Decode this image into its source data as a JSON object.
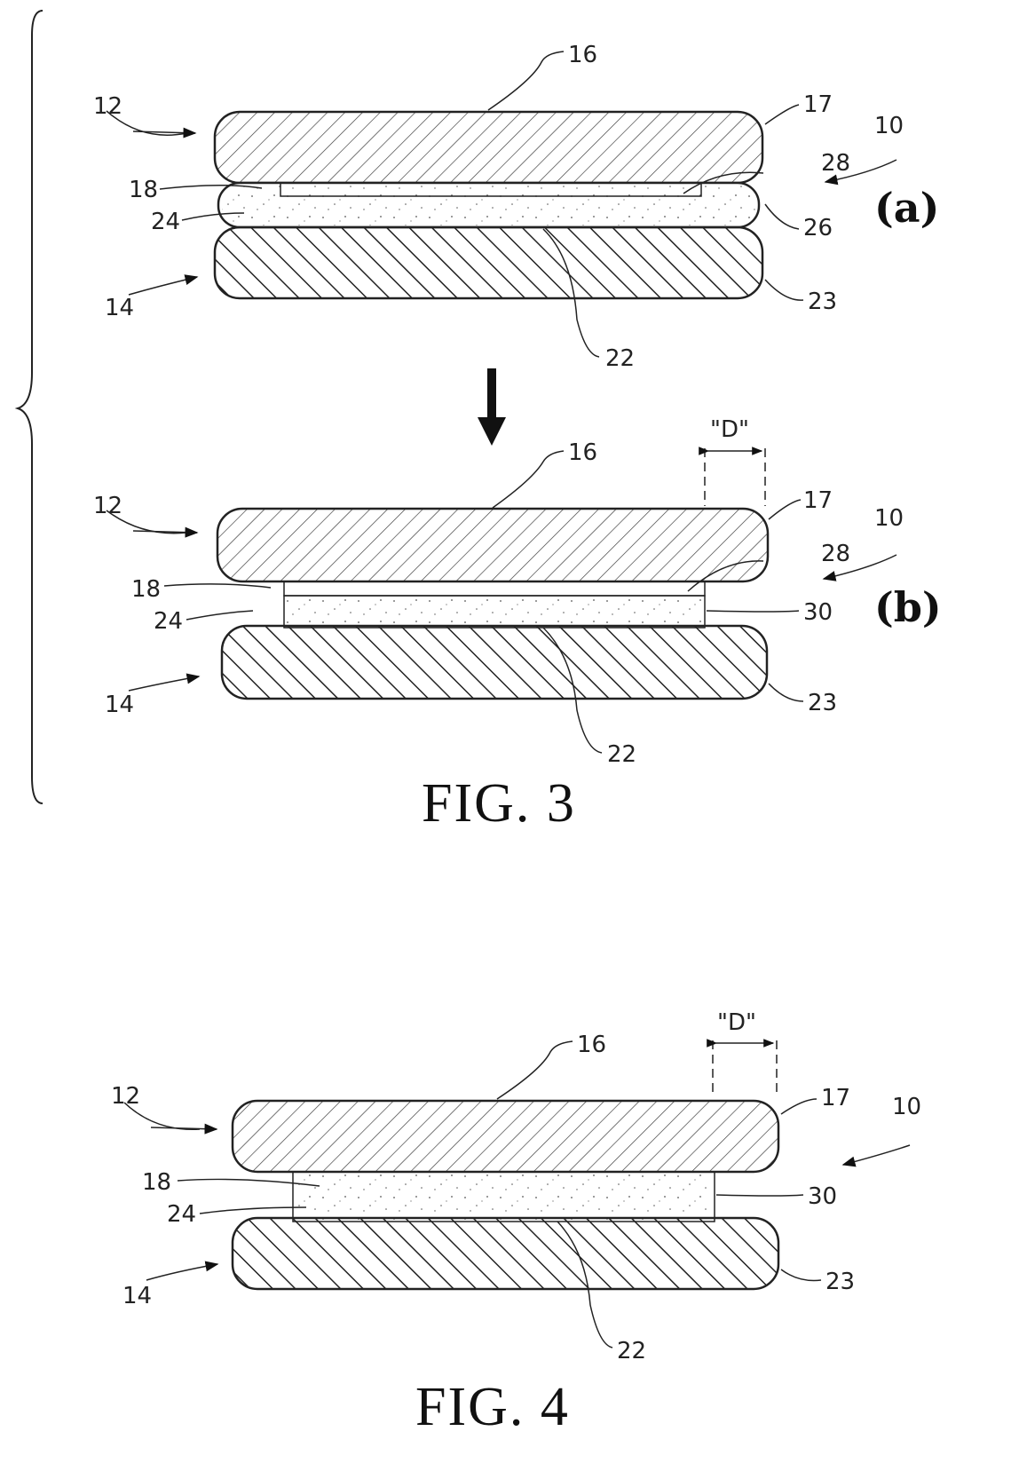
{
  "figure3": {
    "caption": "FIG. 3",
    "panel_a": {
      "sublabel": "(a)",
      "refs": {
        "r12": "12",
        "r14": "14",
        "r16": "16",
        "r17": "17",
        "r10": "10",
        "r28": "28",
        "r18": "18",
        "r24": "24",
        "r26": "26",
        "r23": "23",
        "r22": "22"
      }
    },
    "panel_b": {
      "sublabel": "(b)",
      "dimension": "\"D\"",
      "refs": {
        "r12": "12",
        "r14": "14",
        "r16": "16",
        "r17": "17",
        "r10": "10",
        "r28": "28",
        "r18": "18",
        "r24": "24",
        "r30": "30",
        "r23": "23",
        "r22": "22"
      }
    }
  },
  "figure4": {
    "caption": "FIG. 4",
    "dimension": "\"D\"",
    "refs": {
      "r12": "12",
      "r14": "14",
      "r16": "16",
      "r17": "17",
      "r10": "10",
      "r18": "18",
      "r24": "24",
      "r30": "30",
      "r23": "23",
      "r22": "22"
    }
  }
}
